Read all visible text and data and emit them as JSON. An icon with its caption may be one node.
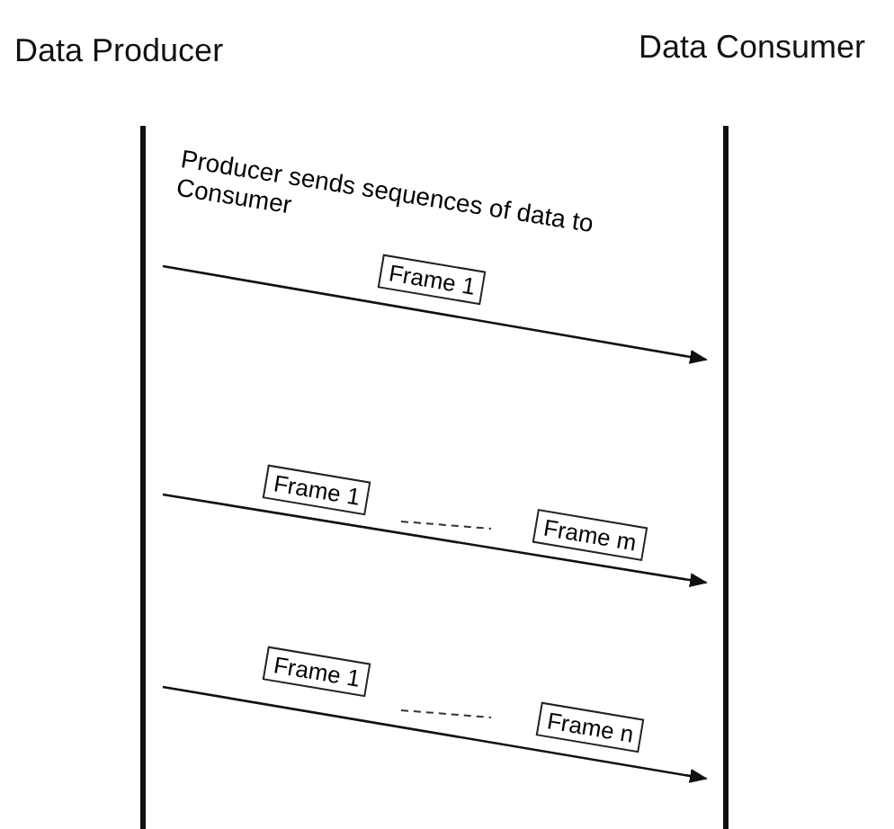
{
  "diagram": {
    "nodes": [
      {
        "text": [
          "Data Producer"
        ]
      },
      {
        "text": [
          "Data Consumer"
        ]
      },
      {
        "text": [
          "Frame 1"
        ]
      },
      {
        "text": [
          "Frame 1"
        ]
      },
      {
        "text": [
          "Frame m"
        ]
      },
      {
        "text": [
          "Frame 1"
        ]
      },
      {
        "text": [
          "Frame n"
        ]
      }
    ],
    "edges": [
      {
        "from": 0,
        "to": 1,
        "arrow": "to"
      },
      {
        "from": 0,
        "to": 1,
        "arrow": "to"
      },
      {
        "from": 0,
        "to": 1,
        "arrow": "to"
      }
    ],
    "labels": [
      "Producer sends sequences of data to Consumer"
    ]
  }
}
